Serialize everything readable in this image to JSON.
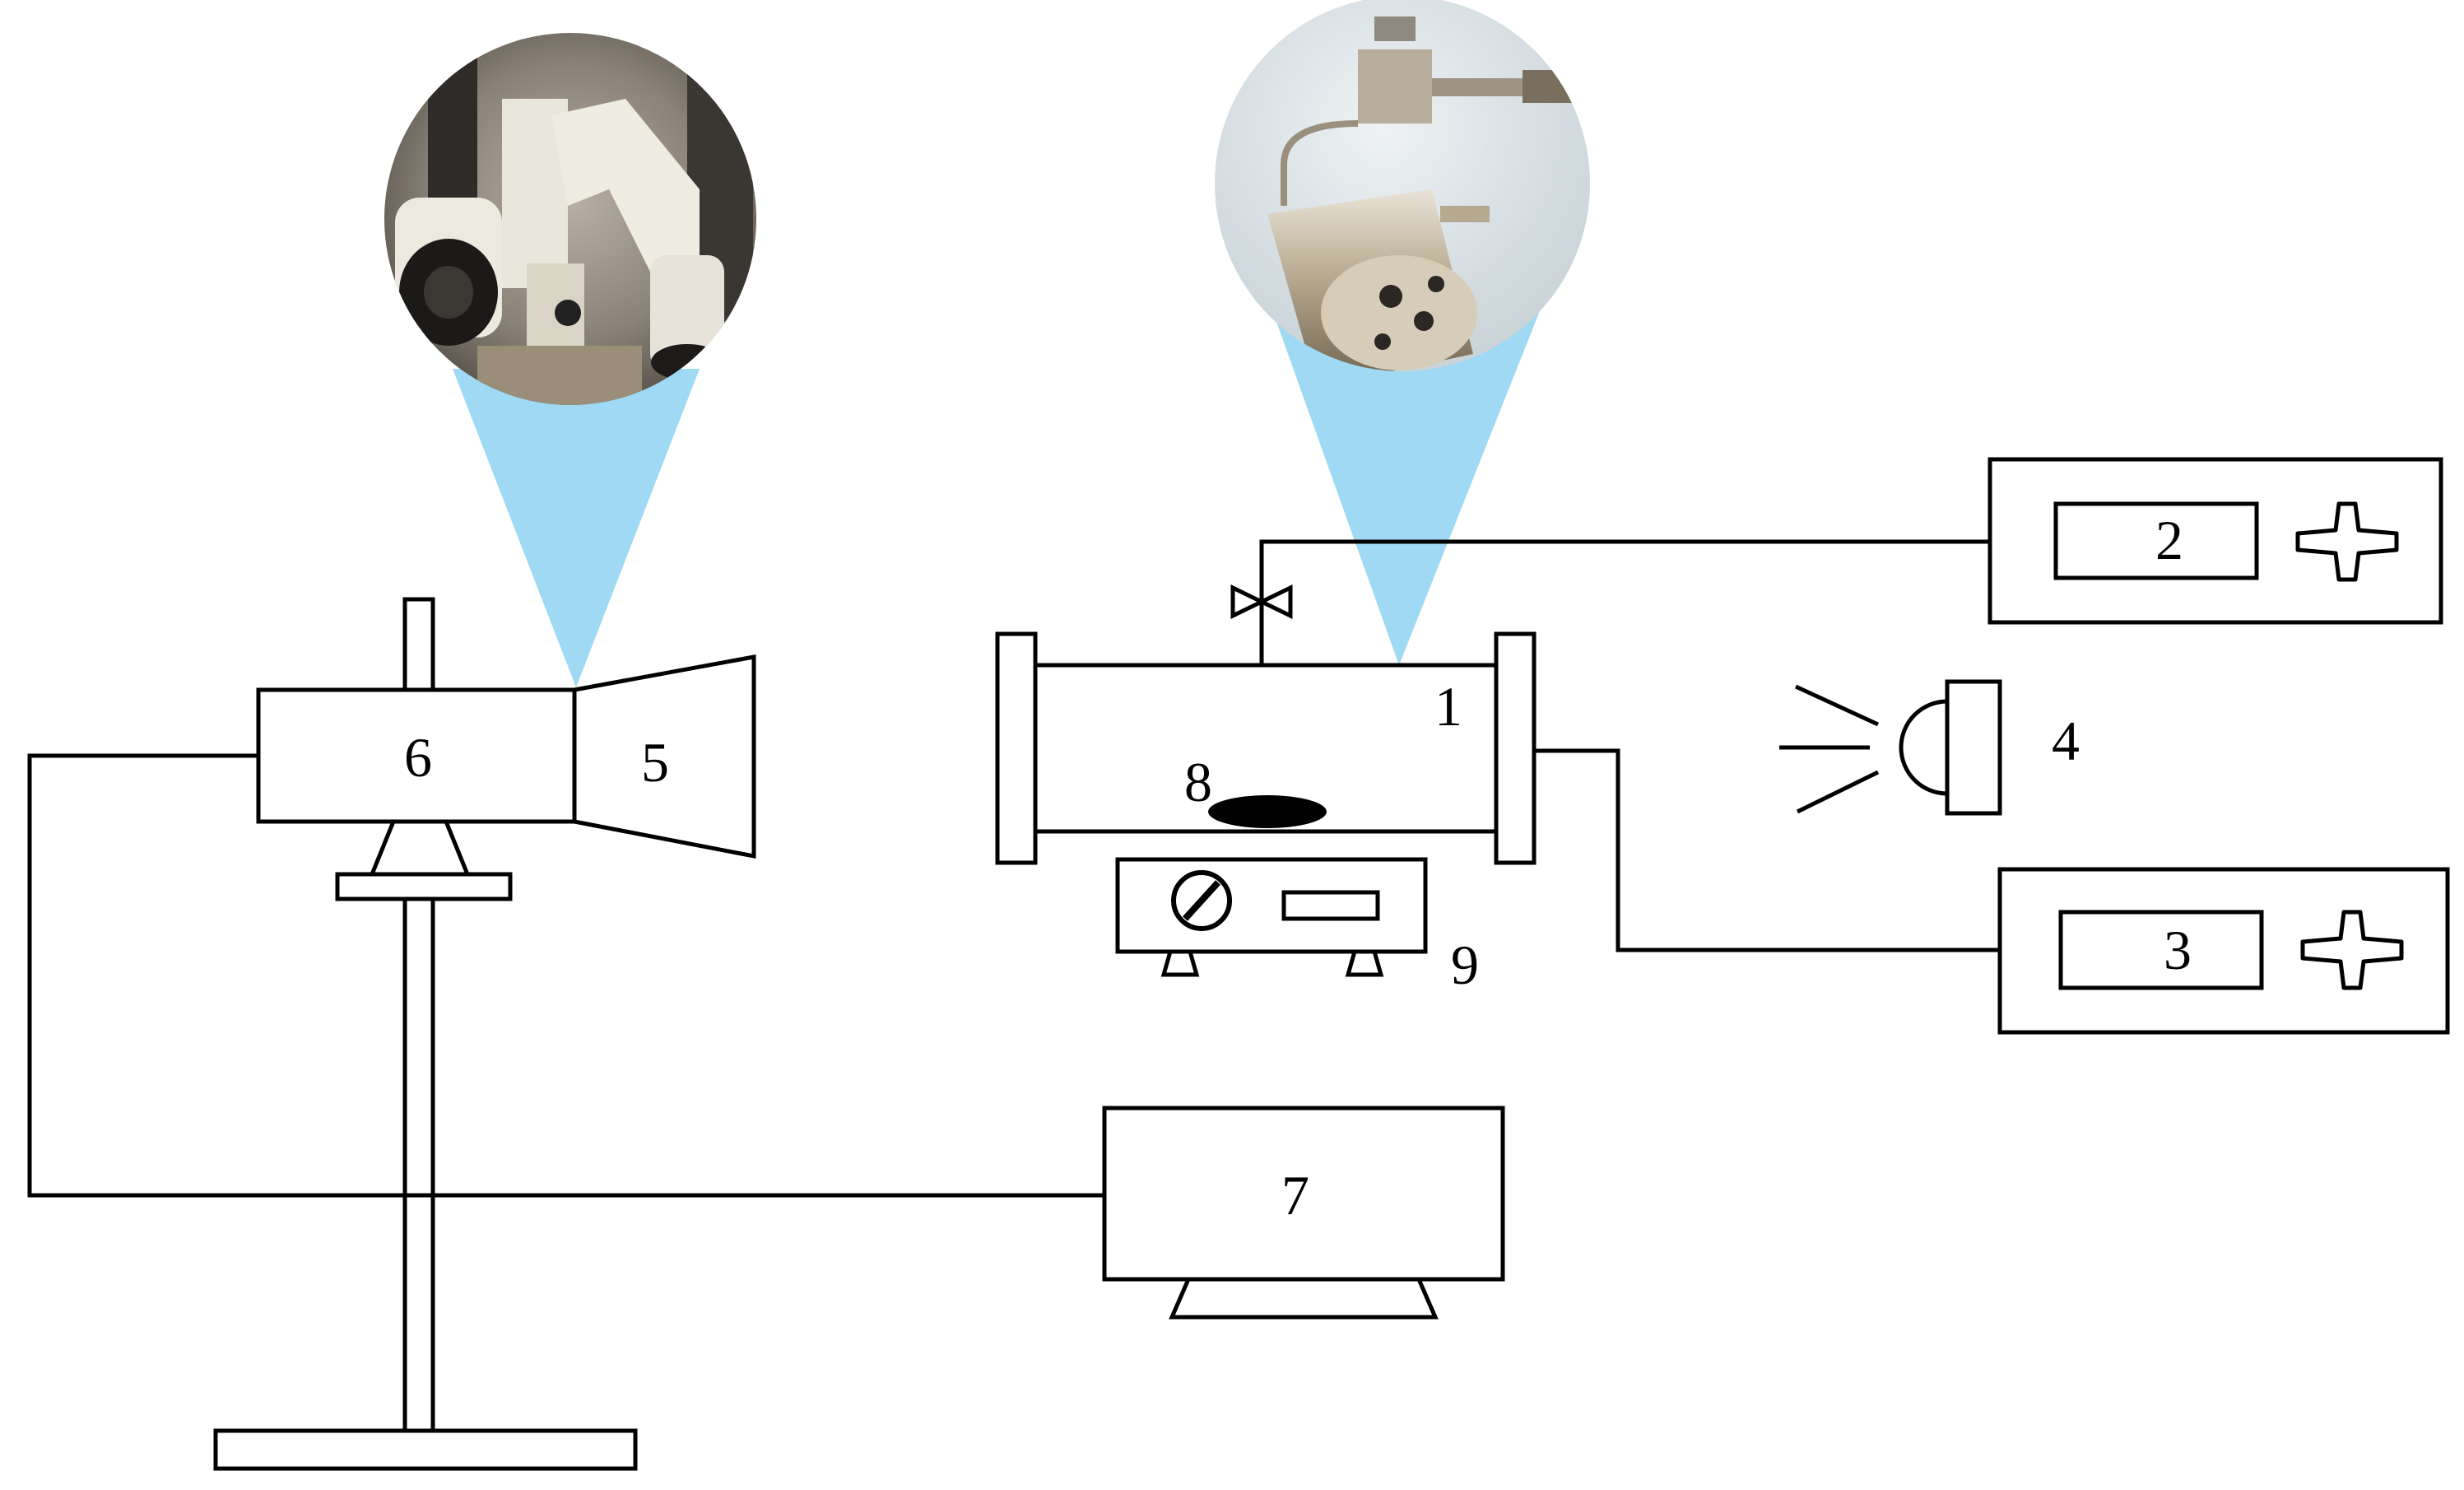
{
  "labels": {
    "vessel": "1",
    "controller_top": "2",
    "controller_bottom": "3",
    "light_source": "4",
    "lens": "5",
    "camera": "6",
    "computer": "7",
    "sample": "8",
    "heater": "9"
  },
  "icons": {
    "valve": "valve-icon",
    "lamp": "lamp-icon",
    "knob": "knob-icon",
    "cross_buttons": "cross-button-icon"
  },
  "colors": {
    "stroke": "#000000",
    "beam": "#9fd9f3",
    "background": "#ffffff"
  }
}
